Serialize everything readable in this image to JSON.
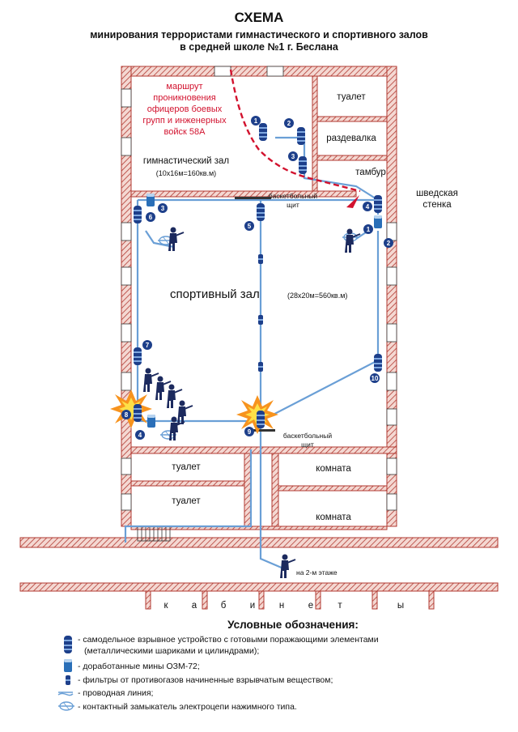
{
  "header": {
    "title": "СХЕМА",
    "subtitle_1": "минирования террористами гимнастического и спортивного залов",
    "subtitle_2": "в средней школе №1 г. Беслана"
  },
  "rooms": {
    "toilet_top": "туалет",
    "changing_room": "раздевалка",
    "vestibule": "тамбур",
    "gym_name": "гимнастический зал",
    "gym_size": "(10х16м=160кв.м)",
    "wall_bars_1": "шведская",
    "wall_bars_2": "стенка",
    "basket_top_1": "баскетбольный",
    "basket_top_2": "щит",
    "sport_hall": "спортивный зал",
    "sport_hall_size": "(28х20м=560кв.м)",
    "basket_bottom_1": "баскетбольный",
    "basket_bottom_2": "щит",
    "toilet_left_1": "туалет",
    "toilet_left_2": "туалет",
    "room_1": "комната",
    "room_2": "комната",
    "second_floor": "на 2-м этаже",
    "classrooms_letters": [
      "к",
      "а",
      "б",
      "и",
      "н",
      "е",
      "т",
      "ы"
    ]
  },
  "route": {
    "line_1": "маршрут",
    "line_2": "проникновения",
    "line_3": "офицеров боевых",
    "line_4": "групп и инженерных",
    "line_5": "войск 58А"
  },
  "markers": [
    "1",
    "2",
    "3",
    "4",
    "5",
    "6",
    "7",
    "8",
    "9",
    "10",
    "1",
    "2",
    "3",
    "4"
  ],
  "legend": {
    "title": "Условные обозначения:",
    "item_1_line_1": "- самодельное взрывное устройство с готовыми поражающими элементами",
    "item_1_line_2": "(металлическими шариками и цилиндрами);",
    "item_2": "- доработанные мины ОЗМ-72;",
    "item_3": "- фильтры от противогазов начиненные взрывчатым веществом;",
    "item_4": "- проводная линия;",
    "item_5": "- контактный замыкатель электроцепи нажимного типа."
  },
  "colors": {
    "wall_hatch": "#b23a32",
    "wire": "#6a9fd6",
    "bomb": "#1d3f8a",
    "route": "#d2122e",
    "explosion_outer": "#f7931e",
    "explosion_inner": "#fde047",
    "terrorist": "#1c2a5e"
  }
}
